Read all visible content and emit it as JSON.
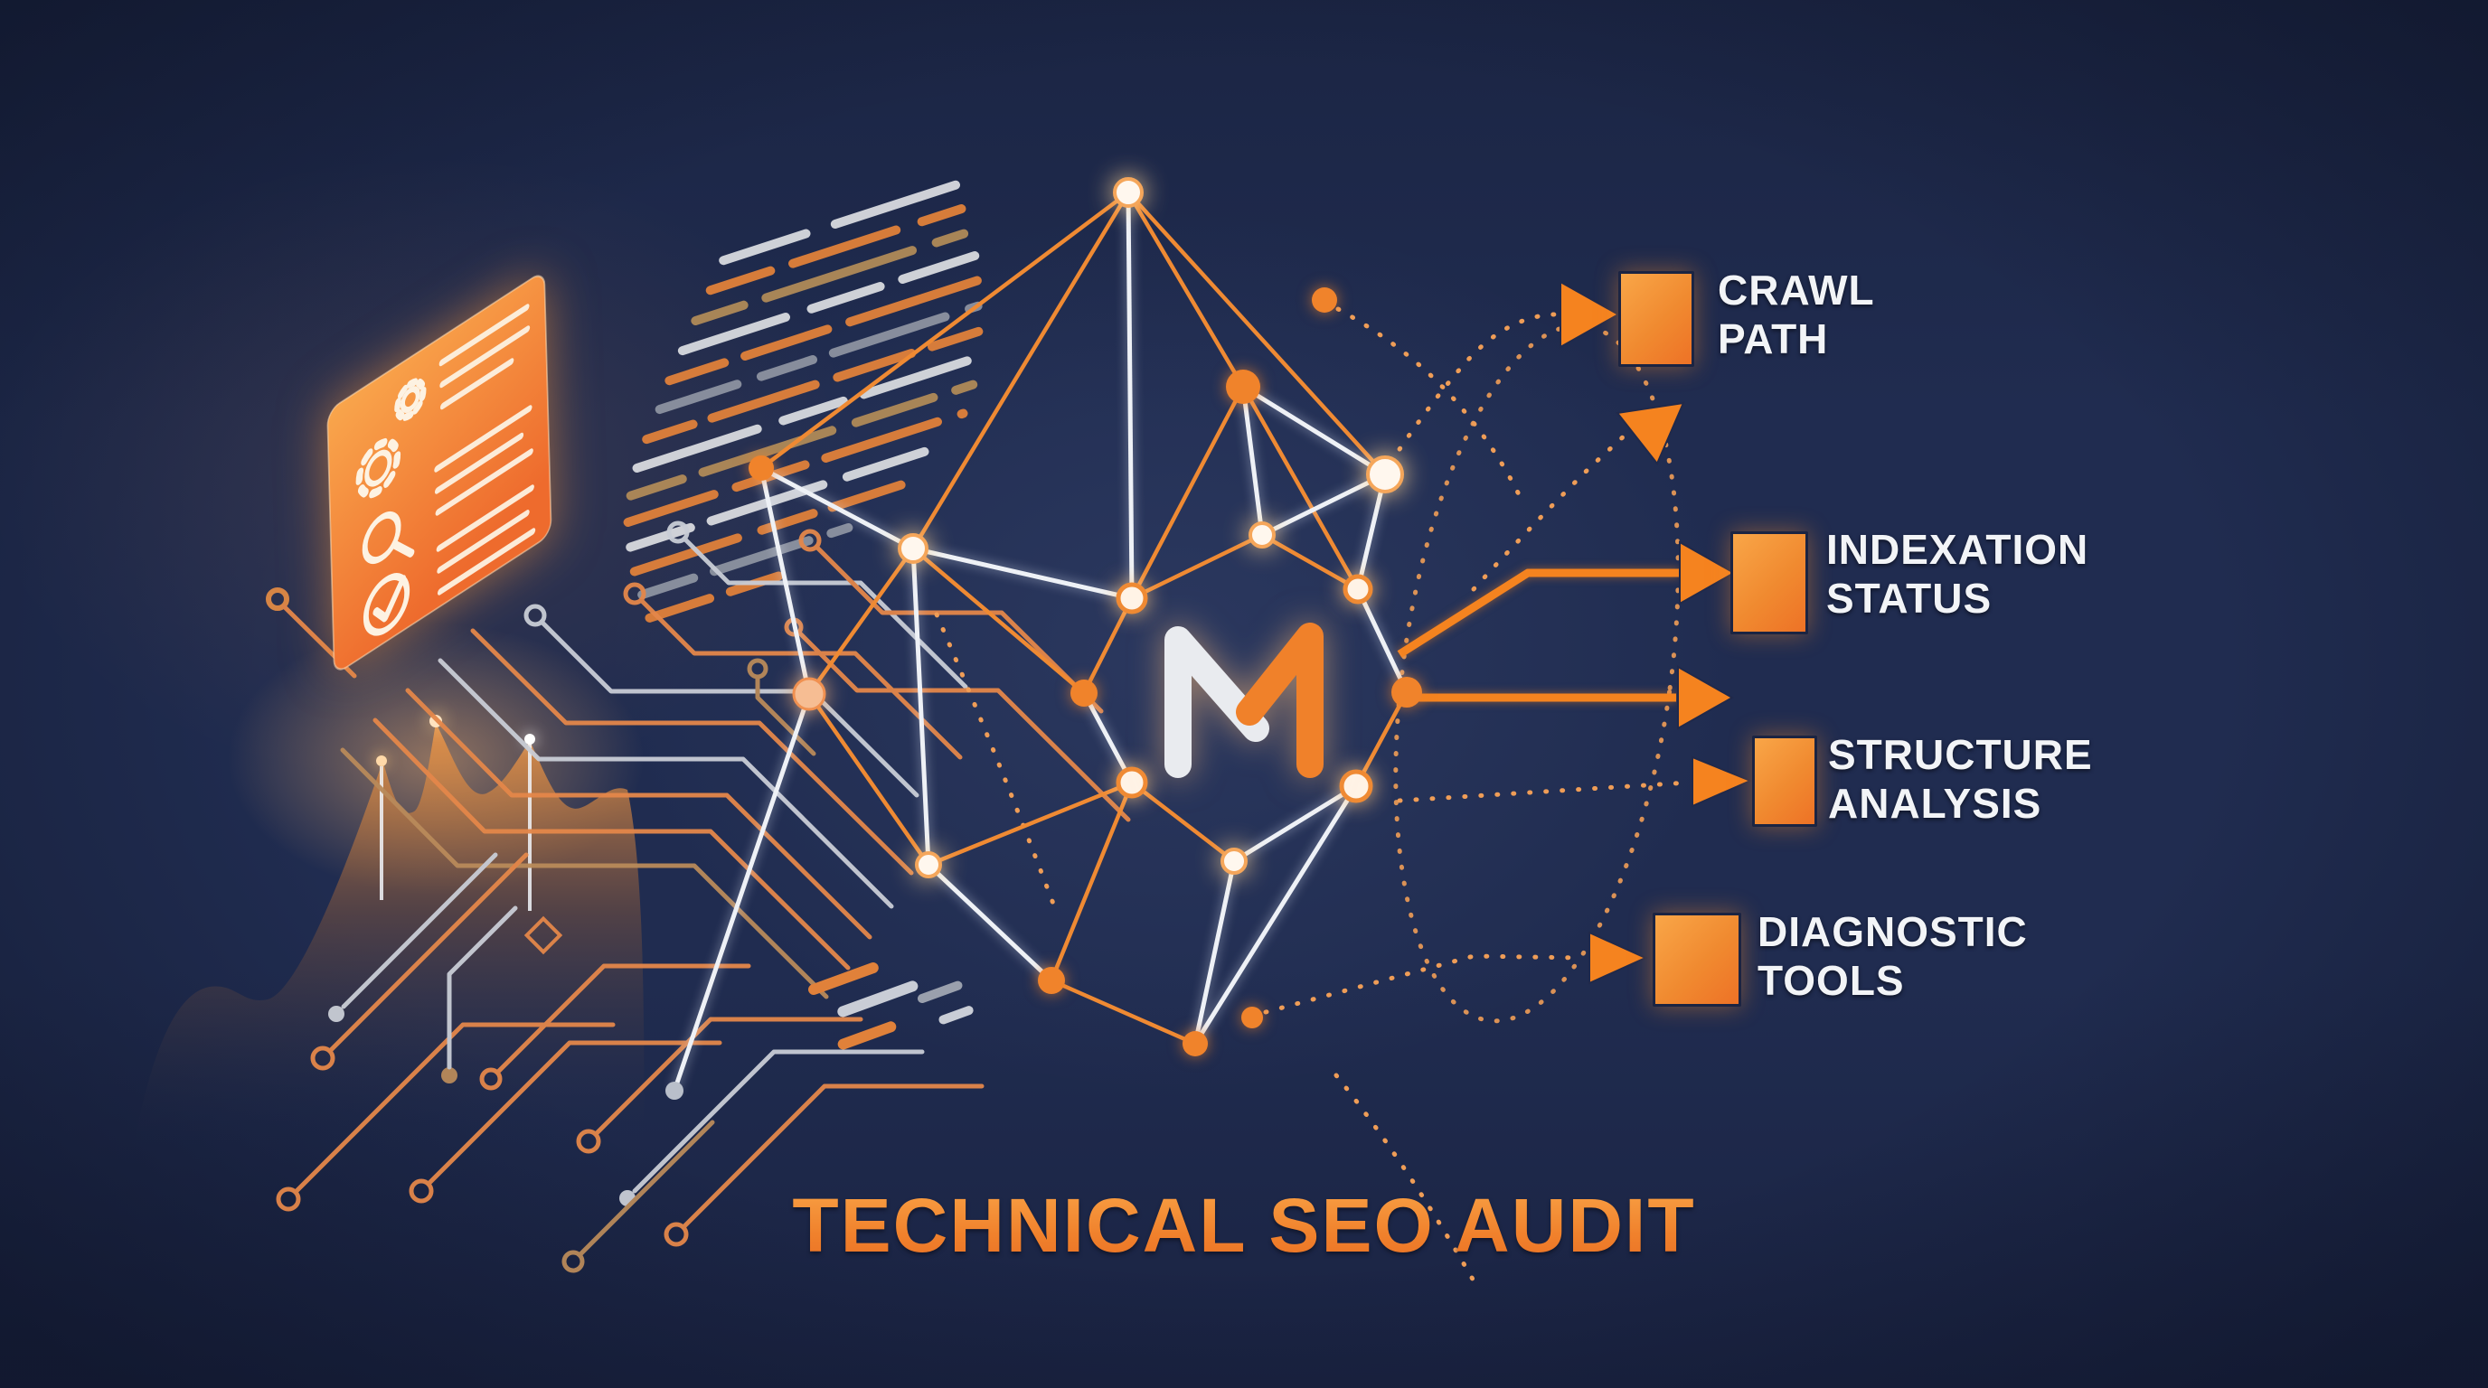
{
  "title": "TECHNICAL SEO AUDIT",
  "logo": {
    "letter": "M"
  },
  "legend": {
    "items": [
      {
        "id": "crawl-path",
        "line1": "CRAWL",
        "line2": "PATH",
        "connector": "dotted-arrow"
      },
      {
        "id": "indexation-status",
        "line1": "INDEXATION",
        "line2": "STATUS",
        "connector": "solid-arrow"
      },
      {
        "id": "structure-analysis",
        "line1": "STRUCTURE",
        "line2": "ANALYSIS",
        "connector": "dotted-arrow"
      },
      {
        "id": "diagnostic-tools",
        "line1": "DIAGNOSTIC",
        "line2": "TOOLS",
        "connector": "dotted-arrow"
      }
    ]
  },
  "colors": {
    "background": "#202c50",
    "accent_orange": "#f5831f",
    "edge_orange": "#ef8a33",
    "edge_white": "#eef1f6",
    "label_text": "#f2f4f7",
    "square_gradient_start": "#f9a648",
    "square_gradient_end": "#ee7226",
    "title_gradient_start": "#f9a447",
    "title_gradient_end": "#e96f24",
    "node_white": "#fff7ee",
    "circuit_silver": "#c9cdd6",
    "circuit_tan": "#b98a5a"
  }
}
